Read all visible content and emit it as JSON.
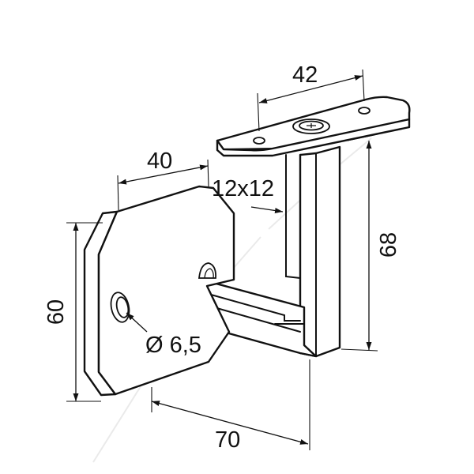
{
  "dimensions": {
    "top_plate_width": "42",
    "wall_plate_width": "40",
    "bar_section": "12x12",
    "total_height": "68",
    "plate_height": "60",
    "hole_diameter": "Ø 6,5",
    "projection": "70"
  },
  "colors": {
    "line": "#111111",
    "background": "#ffffff",
    "watermark": "#d8d8d8"
  }
}
